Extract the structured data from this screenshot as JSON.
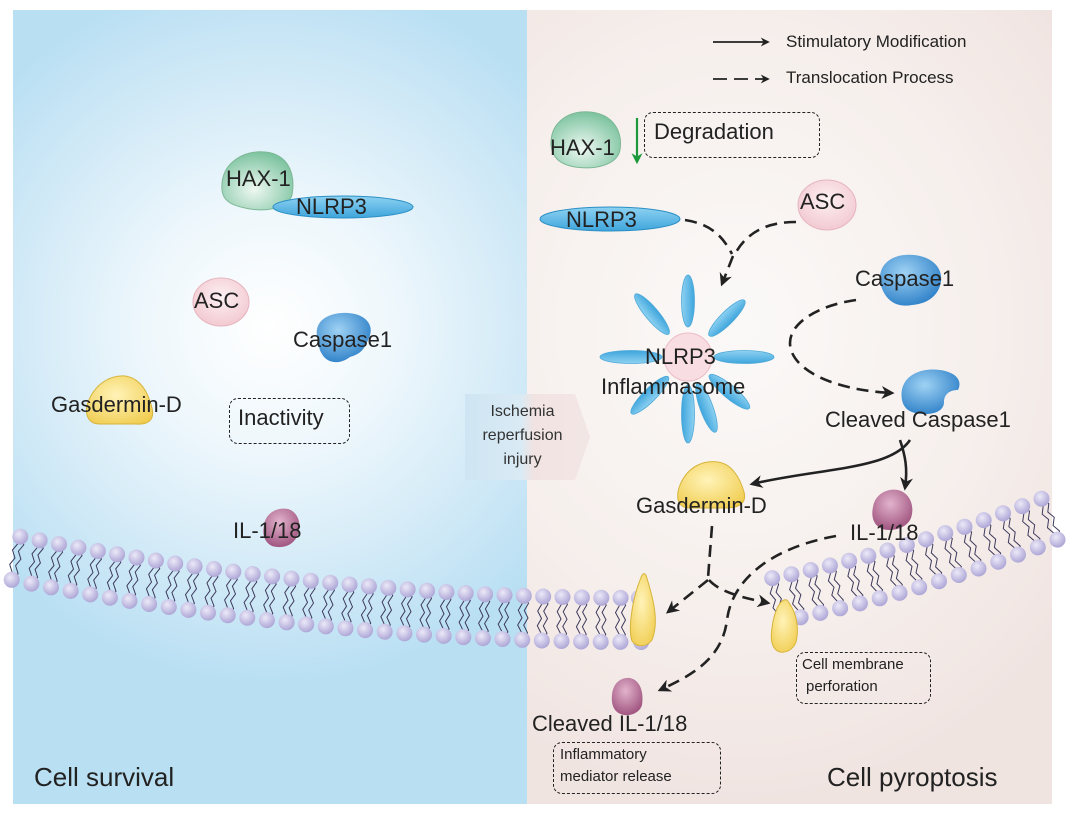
{
  "legend": {
    "stimulatory": "Stimulatory Modification",
    "translocation": "Translocation Process"
  },
  "left_panel": {
    "title": "Cell survival",
    "hax1": "HAX-1",
    "nlrp3": "NLRP3",
    "asc": "ASC",
    "caspase1": "Caspase1",
    "gasdermin": "Gasdermin-D",
    "inactivity": "Inactivity",
    "il": "IL-1/18"
  },
  "transition": {
    "line1": "Ischemia",
    "line2": "reperfusion",
    "line3": "injury"
  },
  "right_panel": {
    "title": "Cell pyroptosis",
    "hax1": "HAX-1",
    "degradation": "Degradation",
    "nlrp3": "NLRP3",
    "asc": "ASC",
    "caspase1": "Caspase1",
    "inflammasome_line1": "NLRP3",
    "inflammasome_line2": "Inflammasome",
    "cleaved_caspase1": "Cleaved Caspase1",
    "gasdermin": "Gasdermin-D",
    "il": "IL-1/18",
    "cleaved_il": "Cleaved IL-1/18",
    "mediator_line1": "Inflammatory",
    "mediator_line2": "mediator release",
    "perforation_line1": "Cell membrane",
    "perforation_line2": "perforation"
  },
  "colors": {
    "hax1": "#8fcfae",
    "nlrp3": "#5bb8e6",
    "asc": "#f6d6dc",
    "caspase": "#3d8fd3",
    "gasdermin": "#f5d86b",
    "il": "#b2678f",
    "lipid": "#b8b2dc",
    "degradation_arrow": "#1a9a3a"
  }
}
